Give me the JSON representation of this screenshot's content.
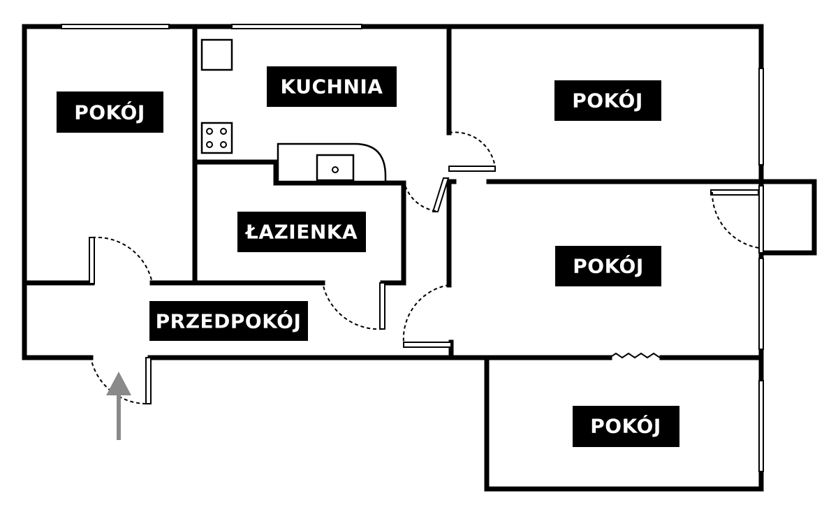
{
  "rooms": {
    "pokoj_left": "POKÓJ",
    "kuchnia": "KUCHNIA",
    "pokoj_top_right": "POKÓJ",
    "lazienka": "ŁAZIENKA",
    "przedpokoj": "PRZEDPOKÓJ",
    "pokoj_middle_right": "POKÓJ",
    "pokoj_bottom_right": "POKÓJ"
  },
  "colors": {
    "walls": "#000000",
    "label_background": "#000000",
    "label_text": "#ffffff",
    "entrance_arrow": "#8a8a8a"
  },
  "icons": [
    "entrance-arrow-icon",
    "stove-icon",
    "sink-icon",
    "fridge-icon"
  ]
}
